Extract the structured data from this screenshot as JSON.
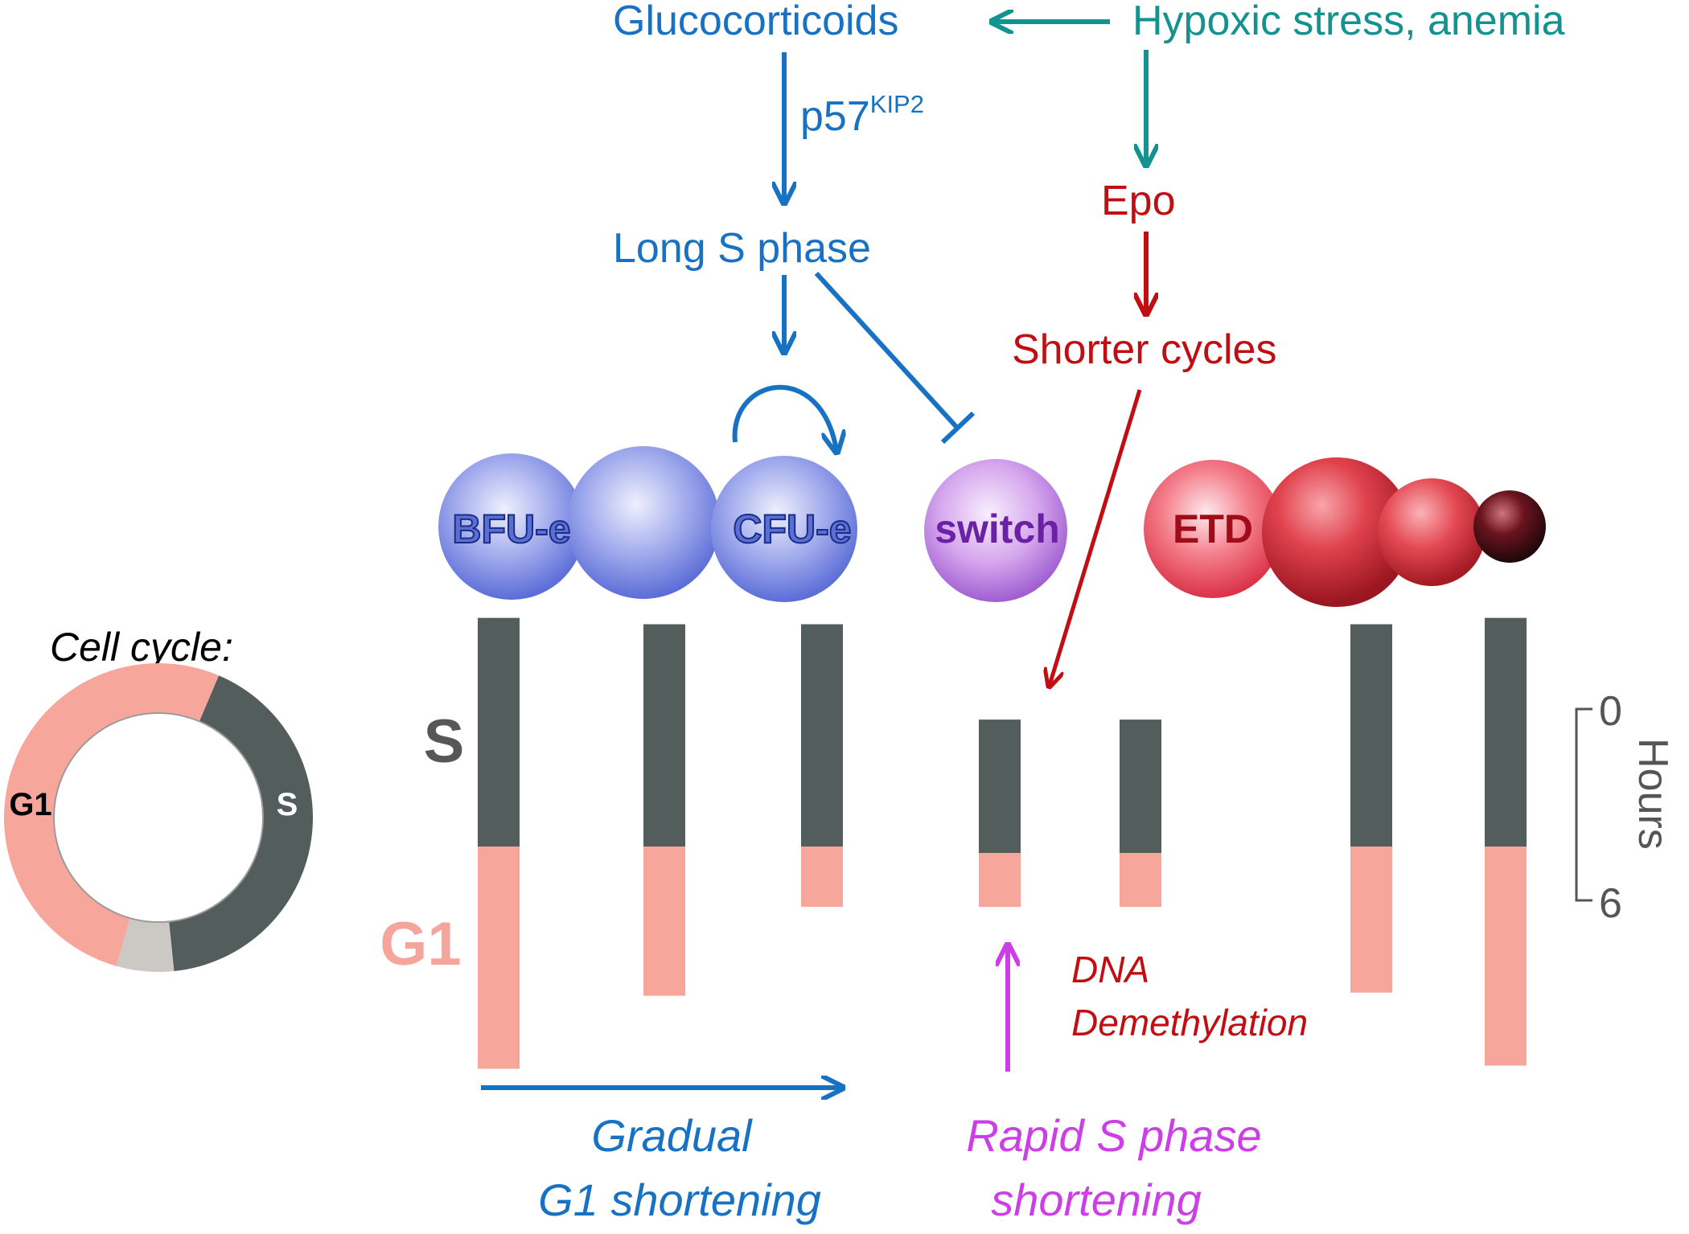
{
  "colors": {
    "blue": "#1872c4",
    "teal": "#12938f",
    "red": "#c10e12",
    "magenta": "#cc3fe6",
    "s_phase": "#535d5c",
    "g1_phase": "#f7a69c",
    "s_label": "#575757",
    "g1_label": "#f6a59c",
    "other_phase": "#ccc8c3",
    "hours_scale": "#555555"
  },
  "pathway": {
    "glucocorticoids": "Glucocorticoids",
    "hypoxic": "Hypoxic stress, anemia",
    "p57": "p57",
    "p57_superscript": "KIP2",
    "long_s": "Long S phase",
    "epo": "Epo",
    "shorter_cycles": "Shorter cycles"
  },
  "cells": {
    "bfu": "BFU-e",
    "cfu": "CFU-e",
    "switch": "switch",
    "etd": "ETD"
  },
  "cell_cycle": {
    "title": "Cell cycle:",
    "s_label": "S",
    "g1_label": "G1",
    "s_fraction": 0.42,
    "other_fraction": 0.06,
    "g1_fraction": 0.52
  },
  "bars": {
    "s_axis_label": "S",
    "g1_axis_label": "G1",
    "hours_label": "Hours",
    "hours_tick_0": "0",
    "hours_tick_6": "6",
    "stages": [
      {
        "s_hours": 7.2,
        "g1_hours": 7.0
      },
      {
        "s_hours": 7.0,
        "g1_hours": 4.7
      },
      {
        "s_hours": 7.0,
        "g1_hours": 1.9
      },
      {
        "s_hours": 4.2,
        "g1_hours": 1.7
      },
      {
        "s_hours": 4.2,
        "g1_hours": 1.7
      },
      {
        "s_hours": 7.0,
        "g1_hours": 4.6
      },
      {
        "s_hours": 7.2,
        "g1_hours": 6.9
      }
    ]
  },
  "annotations": {
    "dna": "DNA",
    "demethylation": "Demethylation",
    "gradual": "Gradual",
    "g1_shortening": "G1 shortening",
    "rapid": "Rapid S phase",
    "shortening": "shortening"
  }
}
